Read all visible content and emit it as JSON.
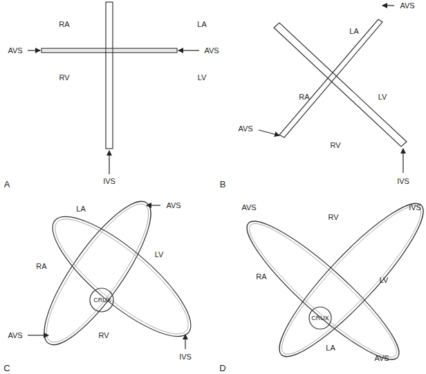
{
  "diagram": {
    "labels": [
      "RA",
      "LA",
      "AVS",
      "AVS",
      "RV",
      "LV",
      "IVS",
      "A",
      "AVS",
      "LA",
      "RA",
      "LV",
      "AVS",
      "RV",
      "IVS",
      "B",
      "LA",
      "AVS",
      "LV",
      "RA",
      "CRUX",
      "AVS",
      "RV",
      "IVS",
      "C",
      "IVS",
      "AVS",
      "RV",
      "RA",
      "CRUX",
      "LV",
      "LA",
      "AVS",
      "D"
    ]
  }
}
